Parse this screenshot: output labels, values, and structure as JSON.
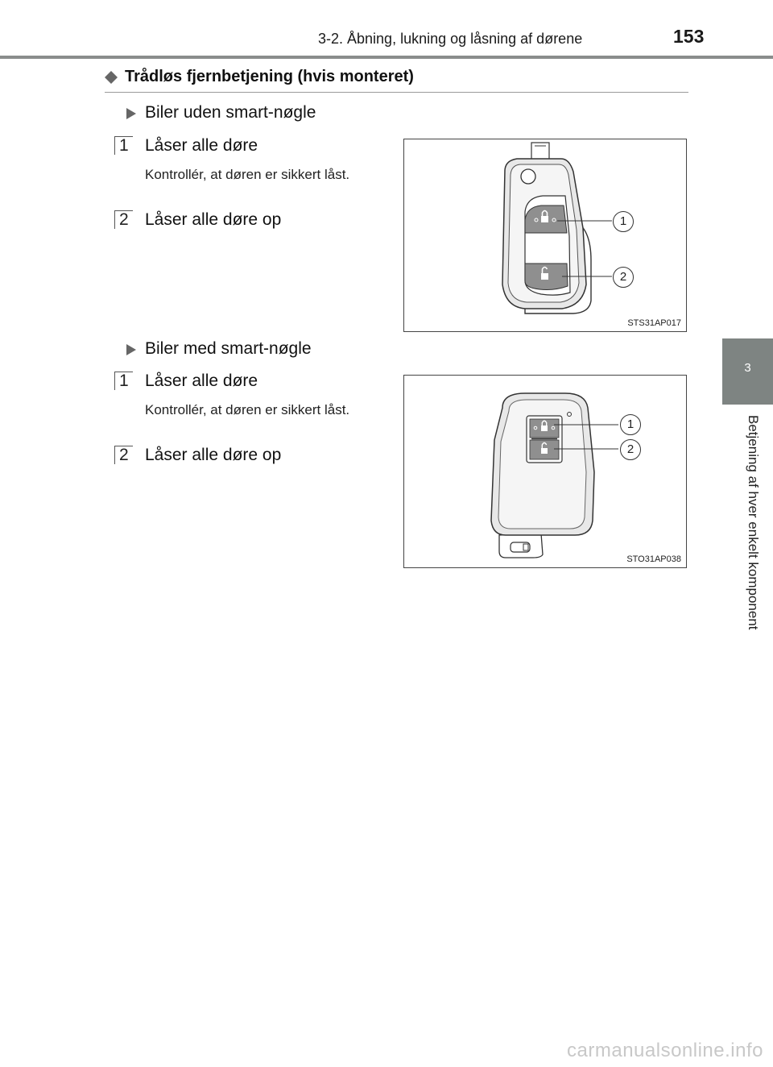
{
  "header": {
    "title": "3-2. Åbning, lukning og låsning af dørene",
    "page_number": "153"
  },
  "side_tab": {
    "number": "3",
    "label": "Betjening af hver enkelt komponent"
  },
  "section": {
    "heading": "Trådløs fjernbetjening (hvis monteret)"
  },
  "blocks": [
    {
      "subheading": "Biler uden smart-nøgle",
      "steps": [
        {
          "num": "1",
          "text": "Låser alle døre",
          "note": "Kontrollér, at døren er sikkert låst."
        },
        {
          "num": "2",
          "text": "Låser alle døre op"
        }
      ],
      "figure": {
        "code": "STS31AP017",
        "callouts": [
          "1",
          "2"
        ]
      }
    },
    {
      "subheading": "Biler med smart-nøgle",
      "steps": [
        {
          "num": "1",
          "text": "Låser alle døre",
          "note": "Kontrollér, at døren er sikkert låst."
        },
        {
          "num": "2",
          "text": "Låser alle døre op"
        }
      ],
      "figure": {
        "code": "STO31AP038",
        "callouts": [
          "1",
          "2"
        ]
      }
    }
  ],
  "watermark": "carmanualsonline.info",
  "colors": {
    "rule": "#8a8d8c",
    "tab": "#7e8482",
    "button": "#8f8f8f"
  }
}
